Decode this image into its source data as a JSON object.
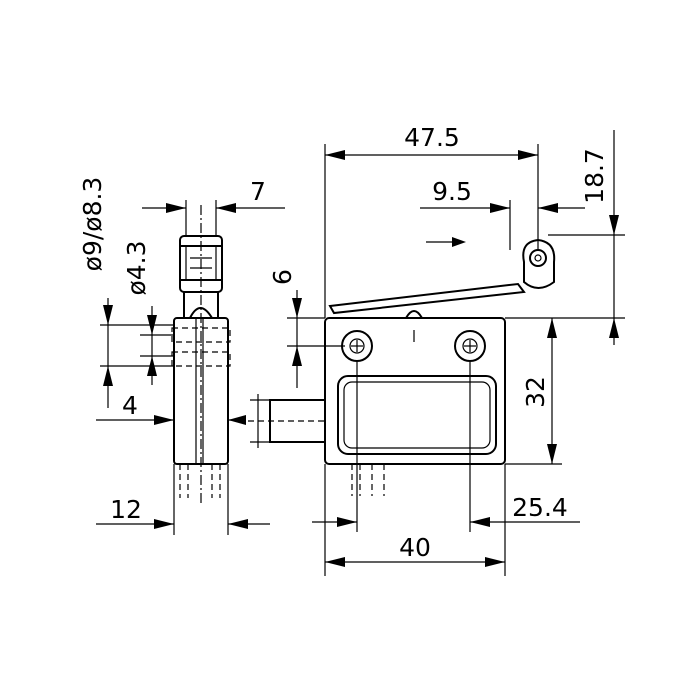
{
  "dimensions": {
    "overall_length": "47.5",
    "roller_offset": "9.5",
    "roller_height": "18.7",
    "mount_hole_spacing": "25.4",
    "body_width": "40",
    "body_height": "32",
    "lever_height": "6",
    "side_width": "12",
    "side_roller_width": "7",
    "side_hole_depth": "4",
    "roller_diameter": "ø9/ø8.3",
    "hole_diameter": "ø4.3"
  },
  "icons": {
    "direction_arrow": "right-arrow-icon"
  }
}
